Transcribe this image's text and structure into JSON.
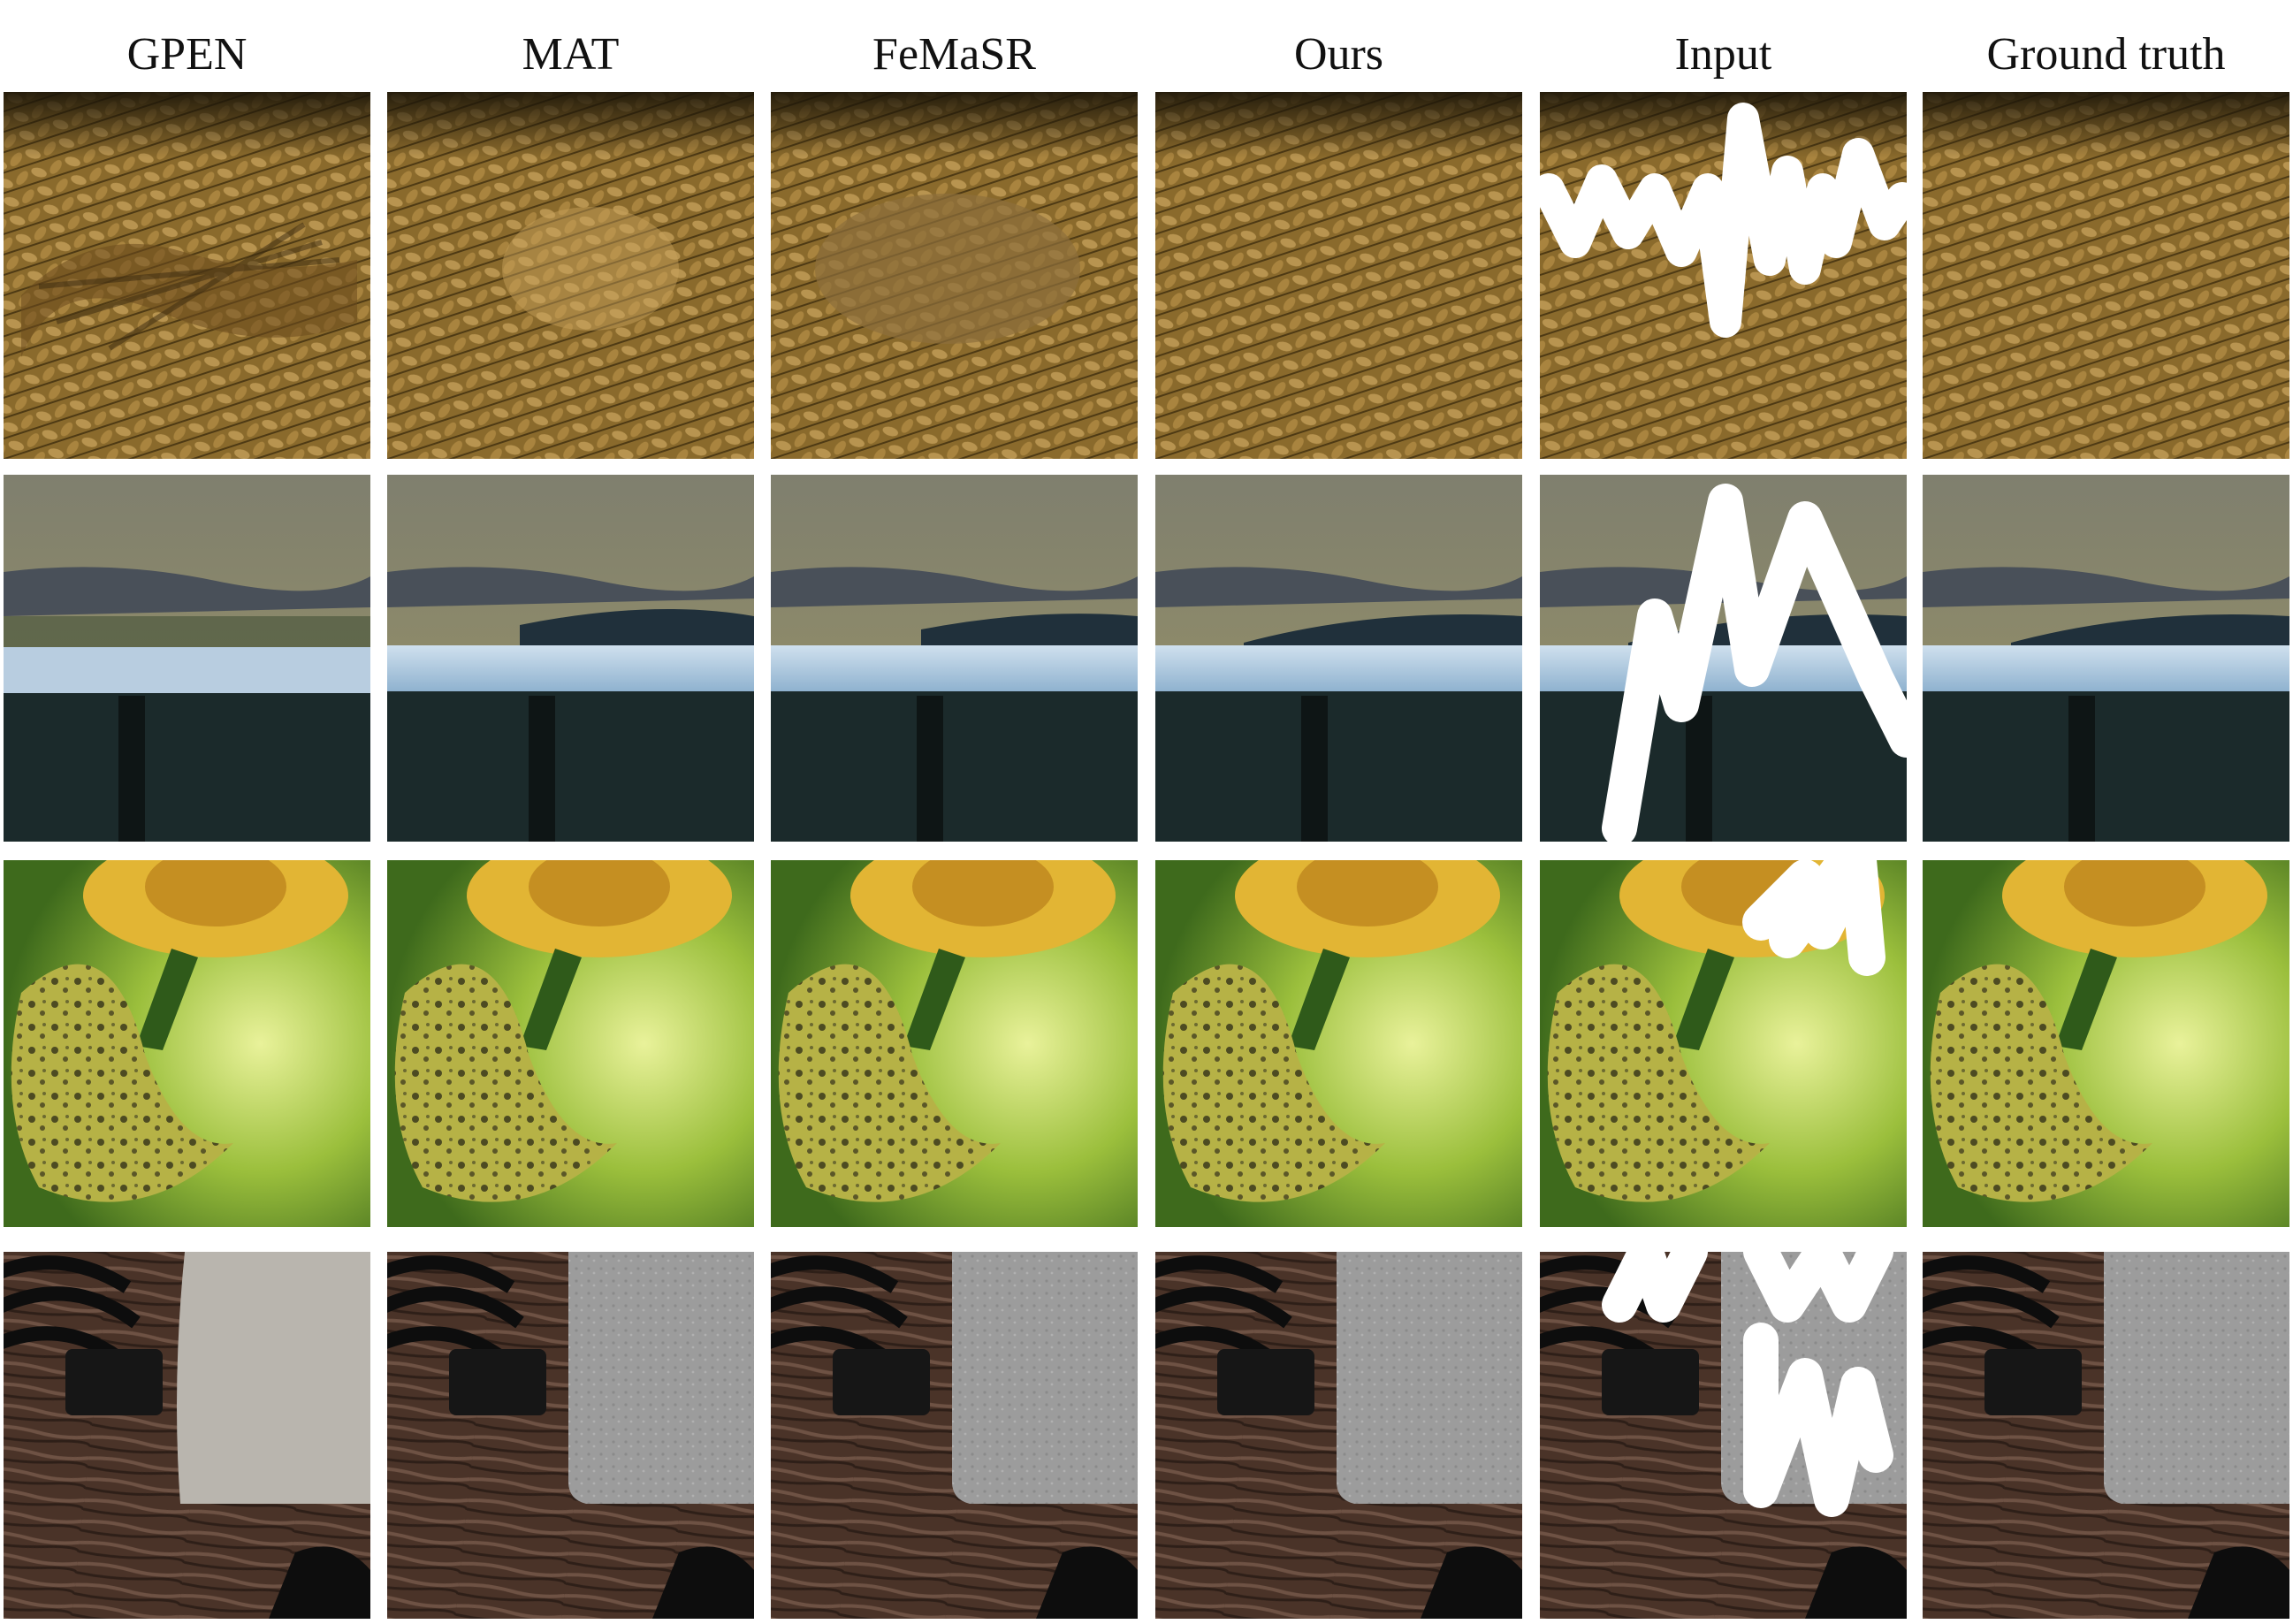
{
  "figure": {
    "columns": [
      {
        "label": "GPEN"
      },
      {
        "label": "MAT"
      },
      {
        "label": "FeMaSR"
      },
      {
        "label": "Ours"
      },
      {
        "label": "Input"
      },
      {
        "label": "Ground truth"
      }
    ],
    "rows": [
      {
        "subject": "knitted-fabric"
      },
      {
        "subject": "car-roof-landscape"
      },
      {
        "subject": "yellow-flower-leaf"
      },
      {
        "subject": "power-adapter-cables"
      }
    ]
  }
}
